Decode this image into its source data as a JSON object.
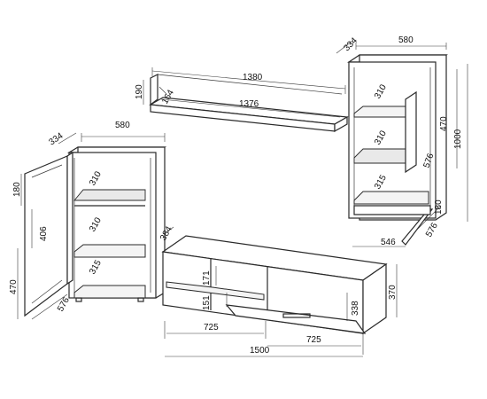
{
  "dimensions": {
    "shelf_width": "1380",
    "shelf_height": "190",
    "shelf_depth": "164",
    "shelf_inner": "1376",
    "left_depth": "334",
    "left_width": "580",
    "left_door_top": "180",
    "left_door_mid": "406",
    "left_door_bottom": "470",
    "left_door_width": "576",
    "left_shelf_1": "310",
    "left_shelf_2": "310",
    "left_shelf_3": "315",
    "right_depth": "334",
    "right_width": "580",
    "right_shelf_1": "310",
    "right_shelf_2": "310",
    "right_shelf_3": "315",
    "right_door_upper": "470",
    "right_height": "1000",
    "right_door_width": "576",
    "right_bottom_h": "180",
    "right_bottom_w": "576",
    "right_inner_w": "546",
    "tv_depth": "384",
    "tv_171": "171",
    "tv_151": "151",
    "tv_338": "338",
    "tv_height": "370",
    "tv_half_left": "725",
    "tv_half_right": "725",
    "tv_width": "1500"
  }
}
